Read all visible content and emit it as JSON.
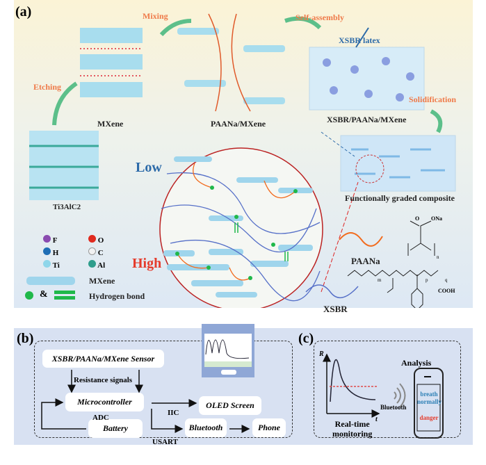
{
  "panel_a": {
    "label": "(a)",
    "steps": {
      "etching": "Etching",
      "mixing": "Mixing",
      "self_assembly": "Self-assembly",
      "solidification": "Solidification"
    },
    "materials": {
      "ti3alc2": "Ti3AlC2",
      "mxene": "MXene",
      "paana_mxene": "PAANa/MXene",
      "xsbr_paana_mxene": "XSBR/PAANa/MXene",
      "xsbr_latex": "XSBR latex",
      "graded": "Functionally graded composite"
    },
    "gradient": {
      "low": "Low",
      "high": "High"
    },
    "legend": {
      "atoms": [
        {
          "sym": "F",
          "color": "#8a4bb0"
        },
        {
          "sym": "O",
          "color": "#e02a1e"
        },
        {
          "sym": "H",
          "color": "#1f6eb5"
        },
        {
          "sym": "C",
          "color": "#f2f2f2"
        },
        {
          "sym": "Ti",
          "color": "#8fd6ea"
        },
        {
          "sym": "Al",
          "color": "#2f9d8c"
        }
      ],
      "mxene": "MXene",
      "hbond_amp": "&",
      "hbond": "Hydrogen bond"
    },
    "chem": {
      "paana": "PAANa",
      "xsbr": "XSBR",
      "ona": "ONa",
      "o": "O",
      "n": "n",
      "cooh": "COOH",
      "m": "m",
      "p": "p",
      "q": "q"
    }
  },
  "panel_b": {
    "label": "(b)",
    "sensor": "XSBR/PAANa/MXene Sensor",
    "resistance": "Resistance signals",
    "mcu": "Microcontroller",
    "oled": "OLED Screen",
    "iic": "IIC",
    "adc": "ADC",
    "battery": "Battery",
    "bluetooth": "Bluetooth",
    "phone": "Phone",
    "usart": "USART"
  },
  "panel_c": {
    "label": "(c)",
    "axis_y": "R",
    "axis_x": "t",
    "bluetooth": "Bluetooth",
    "monitoring": "Real-time\nmonitoring",
    "analysis": "Analysis",
    "screen_normal": "breath normally",
    "screen_danger": "danger"
  },
  "colors": {
    "orange": "#ef7b4a",
    "blue_text": "#2c6aa8",
    "red_text": "#e53b2c",
    "green": "#1fb84a",
    "xsbr_blue": "#5670c8",
    "paana_orange": "#f26b1d"
  }
}
